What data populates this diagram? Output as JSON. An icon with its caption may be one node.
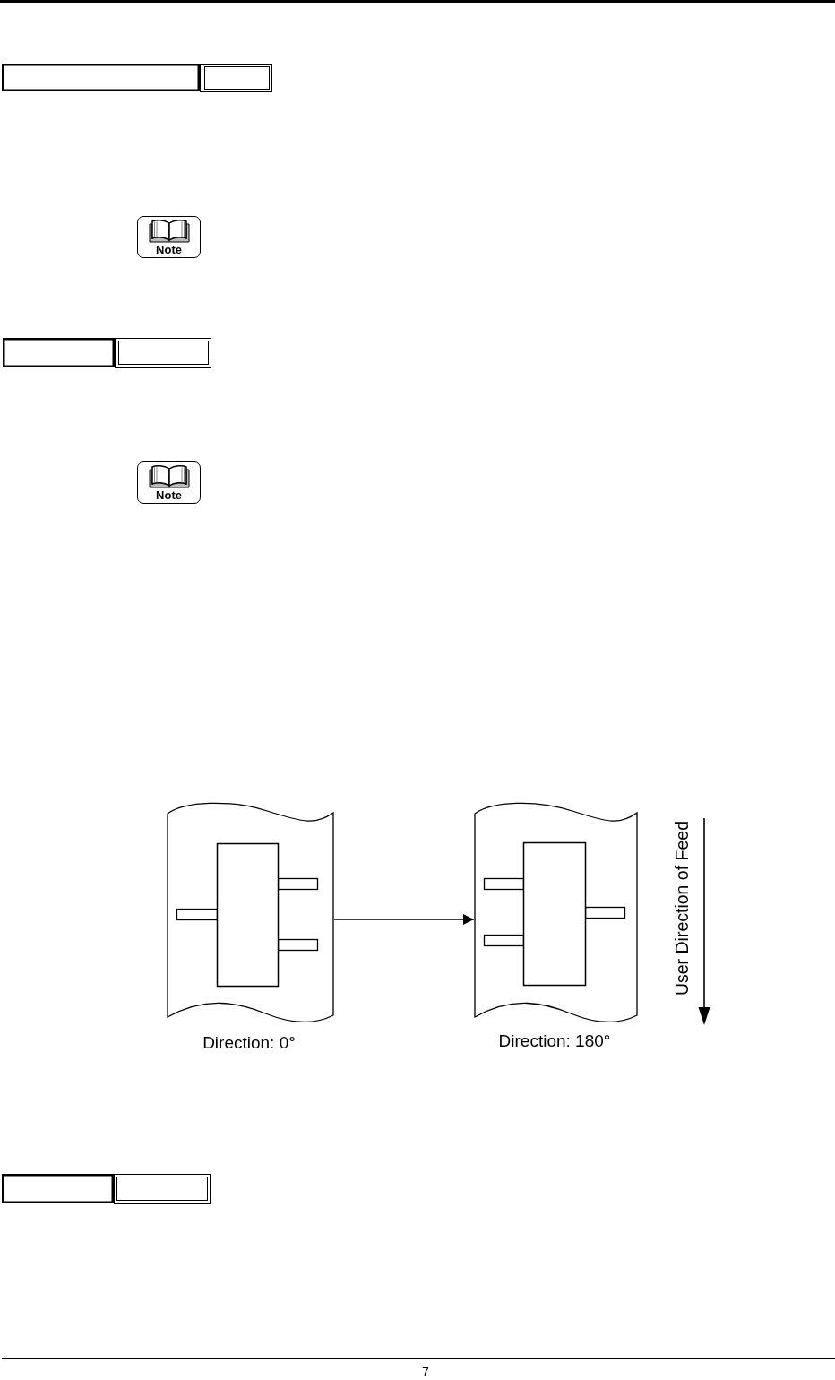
{
  "diagram": {
    "nodes": [
      {
        "text": [],
        "shape": "picture",
        "beside": [
          "Direction: 0°"
        ]
      },
      {
        "text": [],
        "shape": "picture",
        "beside": [
          "Direction: 180°"
        ]
      }
    ],
    "edges": [
      {
        "from": 0,
        "to": 1,
        "arrow": "to"
      }
    ],
    "labels": [
      "Note",
      "Note",
      "User Direction of Feed",
      "7"
    ]
  }
}
